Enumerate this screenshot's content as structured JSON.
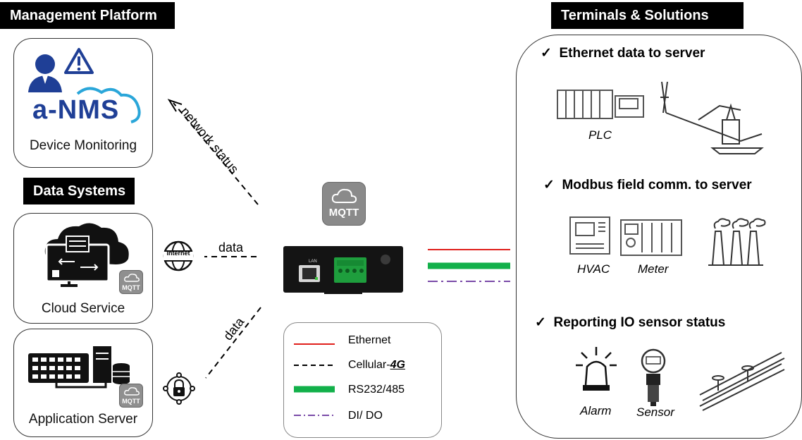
{
  "management": {
    "header": "Management Platform",
    "brand": "a-NMS",
    "label": "Device Monitoring"
  },
  "data_systems": {
    "header": "Data Systems",
    "cloud_label": "Cloud Service",
    "app_label": "Application Server",
    "mqtt_badge": "MQTT"
  },
  "center": {
    "mqtt_label": "MQTT",
    "network_status": "network status",
    "data_upper": "data",
    "data_lower": "data",
    "internet_label": "Internet",
    "lan_label": "LAN"
  },
  "legend": {
    "ethernet": "Ethernet",
    "cellular_prefix": "Cellular-",
    "cellular_suffix": "4G",
    "rs": "RS232/485",
    "dido": "DI/ DO"
  },
  "terminals": {
    "header": "Terminals & Solutions",
    "check": "✓",
    "section1": "Ethernet data to server",
    "section2": "Modbus field comm. to server",
    "section3": "Reporting IO sensor status",
    "plc": "PLC",
    "hvac": "HVAC",
    "meter": "Meter",
    "alarm": "Alarm",
    "sensor": "Sensor"
  },
  "colors": {
    "ethernet": "#e0201c",
    "cellular": "#000000",
    "rs": "#12b04a",
    "dido": "#7a4aa8",
    "nms_blue": "#1f3f96",
    "nms_cyan": "#2aa6d9"
  }
}
